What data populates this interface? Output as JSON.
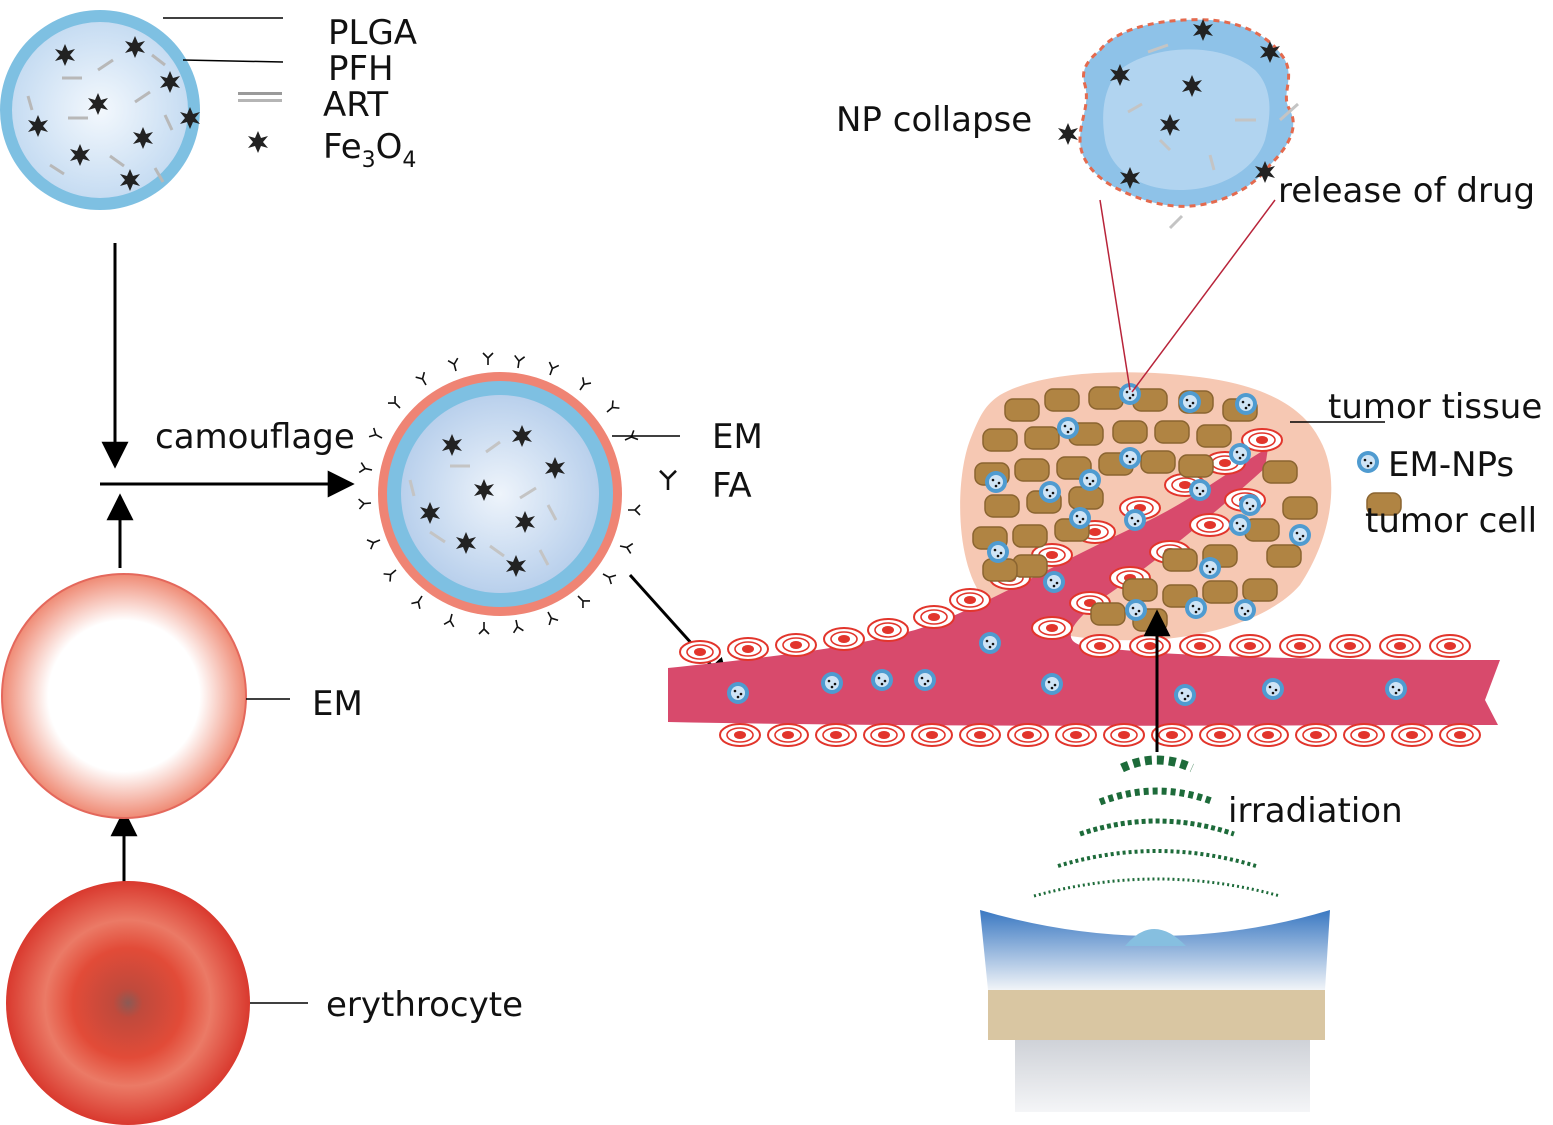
{
  "legend_items": [
    {
      "label": "PLGA"
    },
    {
      "label": "PFH"
    },
    {
      "label": "ART"
    },
    {
      "label_main": "Fe",
      "sub1": "3",
      "mid": "O",
      "sub2": "4"
    }
  ],
  "membrane_labels": {
    "em": "EM",
    "fa": "FA"
  },
  "process_labels": {
    "camouflage": "camouflage",
    "em": "EM",
    "erythrocyte": "erythrocyte"
  },
  "tumor_labels": {
    "np_collapse": "NP collapse",
    "release_of_drug": "release of drug",
    "tumor_tissue": "tumor tissue",
    "em_nps": "EM-NPs",
    "tumor_cell": "tumor cell",
    "irradiation": "irradiation"
  },
  "colors": {
    "plga_shell": "#7ec0e2",
    "core": "#dbeaf8",
    "membrane": "#ef8474",
    "vessel": "#d84a6c",
    "tumor": "#f6c8b3",
    "tumor_cell": "#b08443",
    "rbc": "#e2352c",
    "ultrasound": "#1d6b3a"
  }
}
